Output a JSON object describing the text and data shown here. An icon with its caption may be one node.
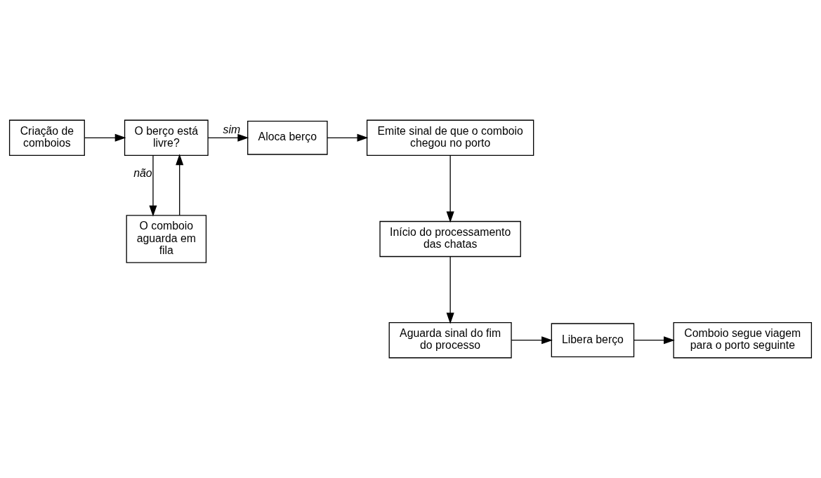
{
  "diagram": {
    "nodes": [
      {
        "text": [
          "Criação de comboios"
        ]
      },
      {
        "text": [
          "O berço está livre?"
        ]
      },
      {
        "text": [
          "Aloca berço"
        ]
      },
      {
        "text": [
          "Emite sinal de que o comboio chegou no porto"
        ]
      },
      {
        "text": [
          "O comboio aguarda em fila"
        ]
      },
      {
        "text": [
          "Início do processamento das chatas"
        ]
      },
      {
        "text": [
          "Comboio segue viagem para o porto seguinte"
        ]
      },
      {
        "text": [
          "Libera berço"
        ]
      },
      {
        "text": [
          "Aguarda sinal do fim do processo"
        ]
      }
    ],
    "edges": [
      {
        "from": 0,
        "to": 1,
        "arrow": "to"
      },
      {
        "from": 1,
        "to": 2,
        "arrow": "to",
        "label": "sim"
      },
      {
        "from": 2,
        "to": 3,
        "arrow": "to"
      },
      {
        "from": 1,
        "to": 4,
        "arrow": "to",
        "label": "não"
      },
      {
        "from": 4,
        "to": 1,
        "arrow": "to"
      },
      {
        "from": 3,
        "to": 5,
        "arrow": "to"
      },
      {
        "from": 5,
        "to": 8,
        "arrow": "to"
      },
      {
        "from": 8,
        "to": 7,
        "arrow": "to"
      },
      {
        "from": 7,
        "to": 6,
        "arrow": "to"
      }
    ]
  }
}
